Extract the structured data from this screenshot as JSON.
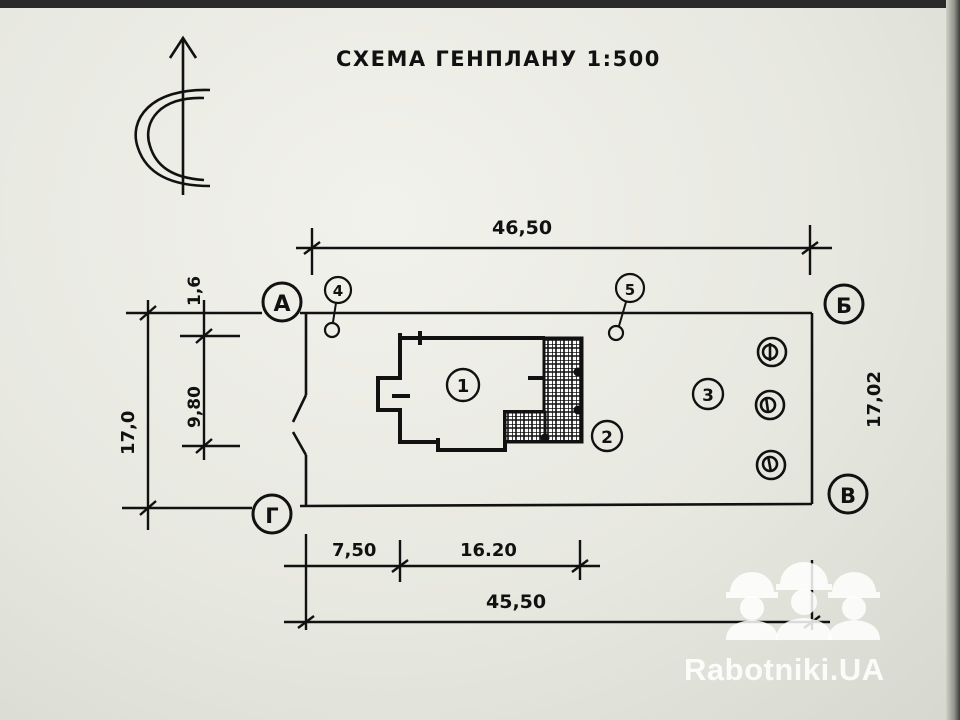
{
  "title": "СХЕМА ГЕНПЛАНУ 1:500",
  "north_arrow": {
    "icon": "north-arrow-icon",
    "letter": "С"
  },
  "grid_axes": {
    "top_left": "А",
    "top_right": "Б",
    "bottom_right": "В",
    "bottom_left": "Г"
  },
  "dimensions": {
    "top_overall": "46,50",
    "right_depth": "17,02",
    "left_overall": "17,0",
    "left_top_offset": "1,6",
    "left_inner": "9,80",
    "bottom_offset": "7,50",
    "bottom_building": "16.20",
    "bottom_overall": "45,50"
  },
  "markers": {
    "building": "1",
    "annex": "2",
    "yard": "3",
    "point_4": "4",
    "point_5": "5"
  },
  "watermark": {
    "text": "Rabotniki.UA",
    "icon": "workers-logo-icon"
  },
  "colors": {
    "ink": "#111111",
    "paper": "#ecede6",
    "watermark": "#ffffff"
  }
}
